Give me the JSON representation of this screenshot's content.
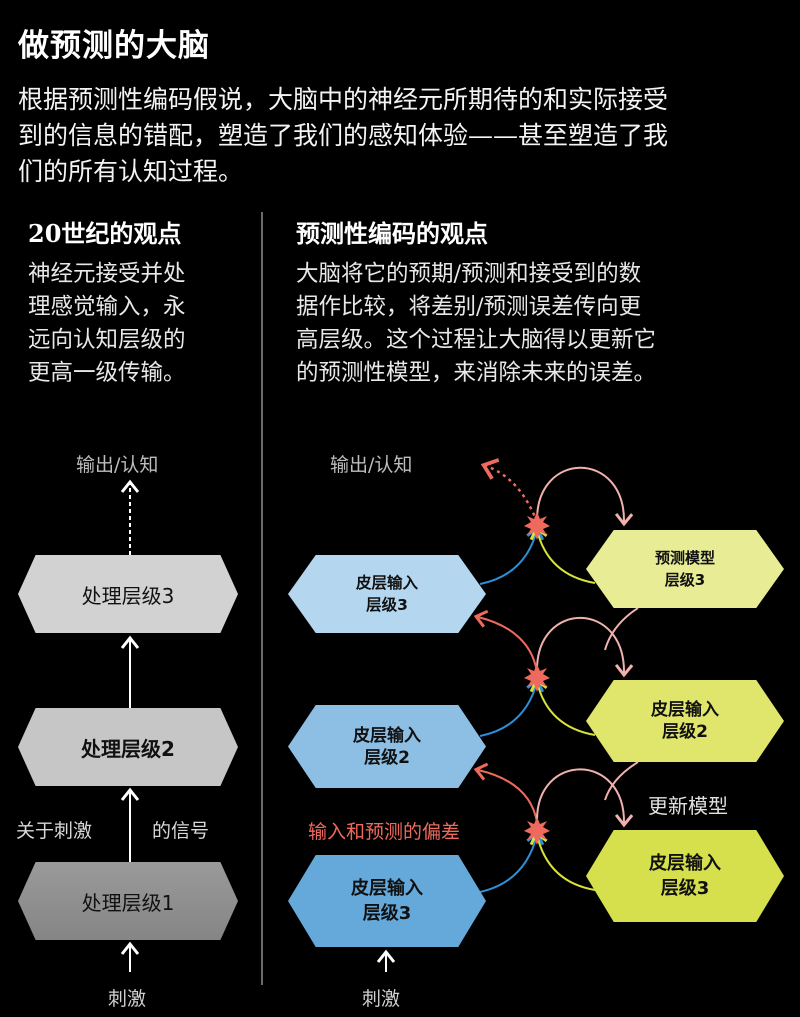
{
  "title": "做预测的大脑",
  "intro": [
    "根据预测性编码假说，大脑中的神经元所期待的和实际接受",
    "到的信息的错配，塑造了我们的感知体验——甚至塑造了我",
    "们的所有认知过程。"
  ],
  "left_column": {
    "heading": "20世纪的观点",
    "body": [
      "神经元接受并处",
      "理感觉输入，永",
      "远向认知层级的",
      "更高一级传输。"
    ],
    "diagram": {
      "output_label": "输出/认知",
      "levels": [
        {
          "label": "处理层级3",
          "color": "#d2d2d2"
        },
        {
          "label": "处理层级2",
          "color": "#c6c6c6"
        },
        {
          "label": "处理层级1",
          "color": "#8e8e8e"
        }
      ],
      "signal_label_left": "关于刺激",
      "signal_label_right": "的信号",
      "stimulus_label": "刺激"
    }
  },
  "right_column": {
    "heading": "预测性编码的观点",
    "body": [
      "大脑将它的预期/预测和接受到的数",
      "据作比较，将差别/预测误差传向更",
      "高层级。这个过程让大脑得以更新它",
      "的预测性模型，来消除未来的误差。"
    ],
    "diagram": {
      "output_label": "输出/认知",
      "input_nodes": [
        {
          "line1": "皮层输入",
          "line2": "层级3",
          "color": "#b5d6ef"
        },
        {
          "line1": "皮层输入",
          "line2": "层级2",
          "color": "#8dbee3"
        },
        {
          "line1": "皮层输入",
          "line2": "层级3",
          "color": "#65a9db"
        }
      ],
      "model_nodes": [
        {
          "line1": "预测模型",
          "line2": "层级3",
          "color": "#e8ec94"
        },
        {
          "line1": "皮层输入",
          "line2": "层级2",
          "color": "#e0e66c"
        },
        {
          "line1": "皮层输入",
          "line2": "层级3",
          "color": "#d6e04c"
        }
      ],
      "update_label": "更新模型",
      "error_label": "输入和预测的偏差",
      "stimulus_label": "刺激"
    }
  },
  "colors": {
    "background": "#000000",
    "error_red": "#ef6a5e",
    "update_pink": "#f0b2ad",
    "input_blue": "#2f8fd6",
    "prediction_yellow": "#d8e23a",
    "divider": "#6a6a6a"
  }
}
